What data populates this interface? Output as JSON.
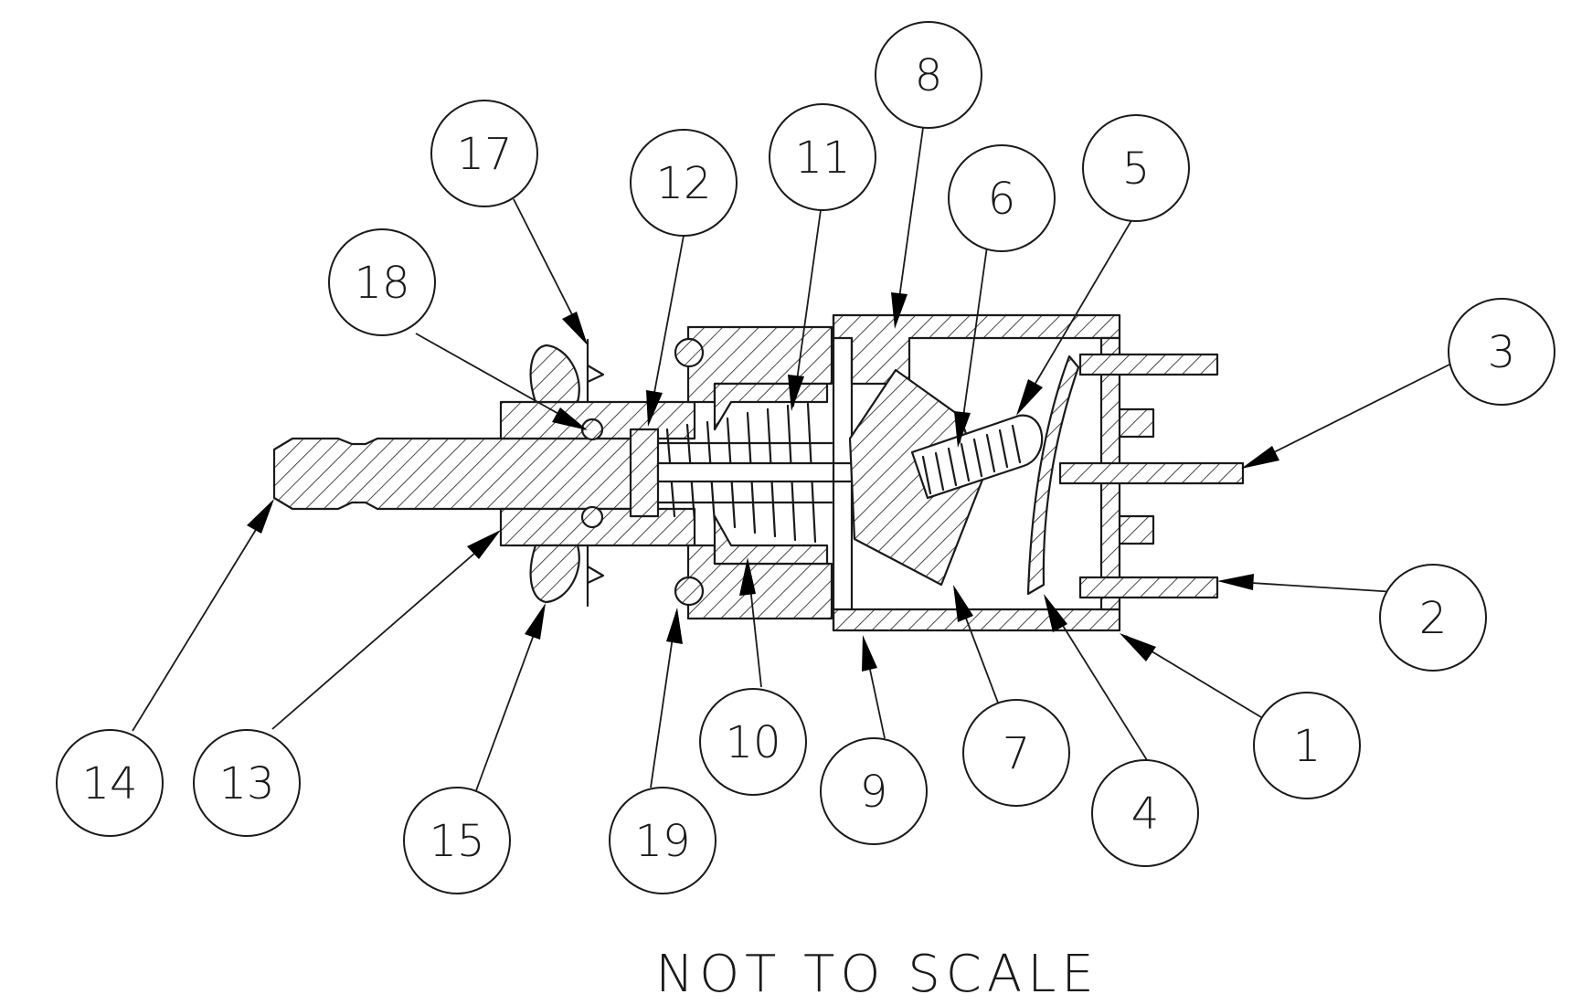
{
  "note": "NOT TO SCALE",
  "balloons": [
    {
      "number": "1"
    },
    {
      "number": "2"
    },
    {
      "number": "3"
    },
    {
      "number": "4"
    },
    {
      "number": "5"
    },
    {
      "number": "6"
    },
    {
      "number": "7"
    },
    {
      "number": "8"
    },
    {
      "number": "9"
    },
    {
      "number": "10"
    },
    {
      "number": "11"
    },
    {
      "number": "12"
    },
    {
      "number": "13"
    },
    {
      "number": "14"
    },
    {
      "number": "15"
    },
    {
      "number": "17"
    },
    {
      "number": "18"
    },
    {
      "number": "19"
    }
  ]
}
